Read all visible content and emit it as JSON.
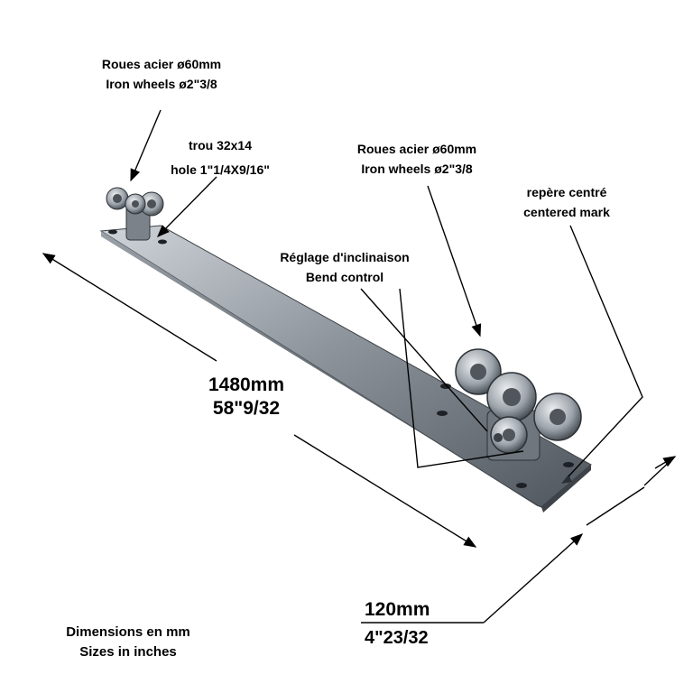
{
  "labels": {
    "left_wheels": {
      "fr": "Roues acier ø60mm",
      "en": "Iron wheels ø2\"3/8"
    },
    "hole": {
      "fr": "trou 32x14",
      "en": "hole 1\"1/4X9/16\""
    },
    "right_wheels": {
      "fr": "Roues acier ø60mm",
      "en": "Iron wheels ø2\"3/8"
    },
    "mark": {
      "fr": "repère centré",
      "en": "centered mark"
    },
    "bend": {
      "fr": "Réglage d'inclinaison",
      "en": "Bend control"
    }
  },
  "dimensions": {
    "length": {
      "mm": "1480mm",
      "inch": "58\"9/32"
    },
    "width": {
      "mm": "120mm",
      "inch": "4\"23/32"
    }
  },
  "units_note": {
    "fr": "Dimensions en mm",
    "en": "Sizes in inches"
  },
  "colors": {
    "steel_light": "#c4c9cf",
    "steel_dark": "#5d646c",
    "line": "#000000"
  }
}
